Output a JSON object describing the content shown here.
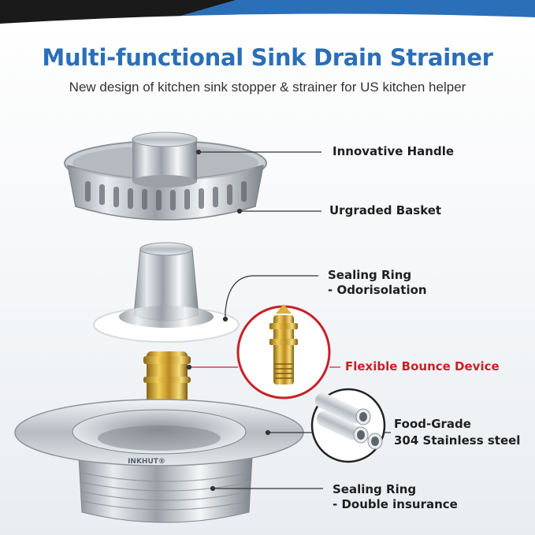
{
  "header": {
    "title": "Multi-functional Sink Drain Strainer",
    "subtitle": "New design of kitchen sink stopper & strainer for US kitchen helper"
  },
  "labels": {
    "handle": "Innovative Handle",
    "basket": "Urgraded Basket",
    "sealing_ring_1_line1": "Sealing Ring",
    "sealing_ring_1_line2": "- Odorisolation",
    "bounce_device": "Flexible Bounce Device",
    "food_grade_line1": "Food-Grade",
    "food_grade_line2": "304 Stainless steel",
    "sealing_ring_2_line1": "Sealing Ring",
    "sealing_ring_2_line2": "- Double insurance"
  },
  "brand": {
    "logo_text": "INKHUT®"
  },
  "colors": {
    "title_blue": "#2a6fb8",
    "accent_red": "#c8202a",
    "band_dark": "#111111",
    "band_blue": "#2a6fb8"
  }
}
